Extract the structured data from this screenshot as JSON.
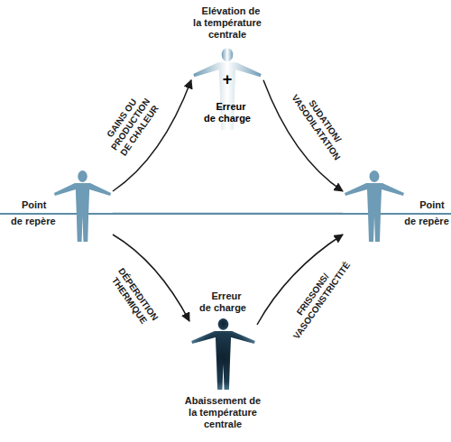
{
  "diagram": {
    "nodes": [
      {
        "text": [
          "Elévation de la température centrale",
          "+",
          "Erreur de charge"
        ]
      },
      {
        "text": [
          "Point de repère"
        ]
      },
      {
        "text": [
          "Point de repère"
        ]
      },
      {
        "text": [
          "Erreur de charge",
          "Abaissement de la température centrale"
        ]
      }
    ],
    "edges": [
      {
        "from": 1,
        "to": 0,
        "arrow": "to",
        "label": "GAINS OU PRODUCTION DE CHALEUR"
      },
      {
        "from": 0,
        "to": 2,
        "arrow": "to",
        "label": "SUDATION/ VASODILATATION"
      },
      {
        "from": 1,
        "to": 3,
        "arrow": "to",
        "label": "DÉPERDITION THERMIQUE"
      },
      {
        "from": 3,
        "to": 2,
        "arrow": "to",
        "label": "FRISSONS/ VASOCONSTRICTITÉ"
      },
      {
        "from": 1,
        "to": 2,
        "arrow": "none"
      }
    ]
  }
}
